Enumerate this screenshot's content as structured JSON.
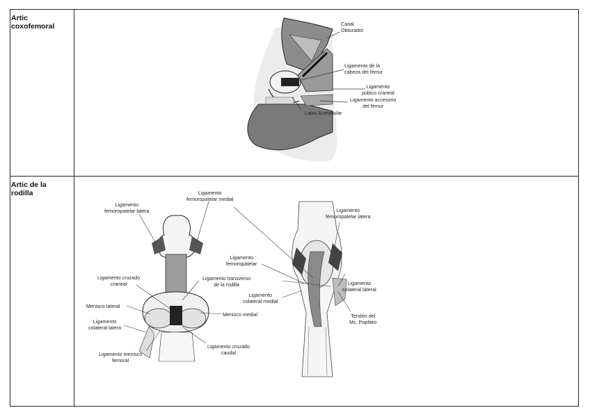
{
  "rows": [
    {
      "title_line1": "Artic",
      "title_line2": "coxofemoral"
    },
    {
      "title_line1": "Artic de la",
      "title_line2": "rodilla"
    }
  ],
  "hip_labels": {
    "canal_1": "Canal",
    "canal_2": "Obturador",
    "cabeza_1": "Ligamento de la",
    "cabeza_2": "cabeza del fémur",
    "pubico_1": "Ligamento",
    "pubico_2": "púbico craneal",
    "accesorio_1": "Ligamento accesorio",
    "accesorio_2": "del fémur",
    "labio": "Labio Acetabular"
  },
  "knee_left_labels": {
    "fp_lat_1": "Ligamento",
    "fp_lat_2": "femoropatelar latera",
    "fp_med_1": "Ligamento",
    "fp_med_2": "femoropatelar medial",
    "cruz_cran_1": "Ligamento cruzado",
    "cruz_cran_2": "craneal",
    "transv_1": "Ligamento transverso",
    "transv_2": "de la rodilla",
    "men_lat": "Menisco lateral",
    "men_med": "Menisco medial",
    "col_lat_1": "Ligamento",
    "col_lat_2": "colateral latera",
    "mf_1": "Ligamento menisco",
    "mf_2": "femoral",
    "cruz_caud_1": "Ligamento cruzado",
    "cruz_caud_2": "caudal"
  },
  "knee_right_labels": {
    "fp_lat_1": "Ligamento",
    "fp_lat_2": "fémoropatelar latera",
    "fp_1": "Ligamento",
    "fp_2": "femoropatelar",
    "col_lat_1": "Ligamento",
    "col_lat_2": "colateral lateral",
    "col_med_1": "Ligamento",
    "col_med_2": "colateral medial",
    "pop_1": "Tendón del",
    "pop_2": "Ms. Popliteo"
  }
}
